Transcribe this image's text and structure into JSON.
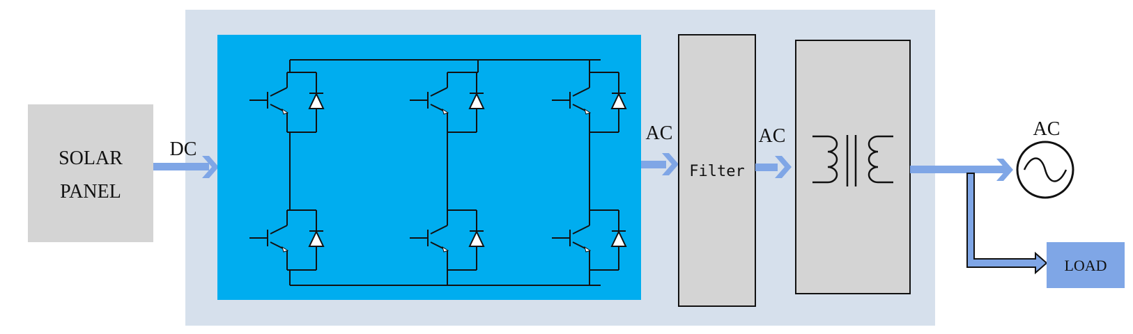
{
  "solar_panel": {
    "line1": "SOLAR",
    "line2": "PANEL"
  },
  "inverter": {
    "switches": 6
  },
  "filter": {
    "label": "Filter"
  },
  "transformer": {
    "label": ""
  },
  "load": {
    "label": "LOAD"
  },
  "arrows": {
    "dc_label": "DC",
    "ac_label_1": "AC",
    "ac_label_2": "AC",
    "ac_label_3": "AC"
  },
  "colors": {
    "system_background": "#d6e0ec",
    "inverter_fill": "#00adef",
    "block_gray": "#d4d4d4",
    "arrow_blue": "#7fa6e6",
    "load_fill": "#7fa6e6",
    "wire": "#111111"
  }
}
